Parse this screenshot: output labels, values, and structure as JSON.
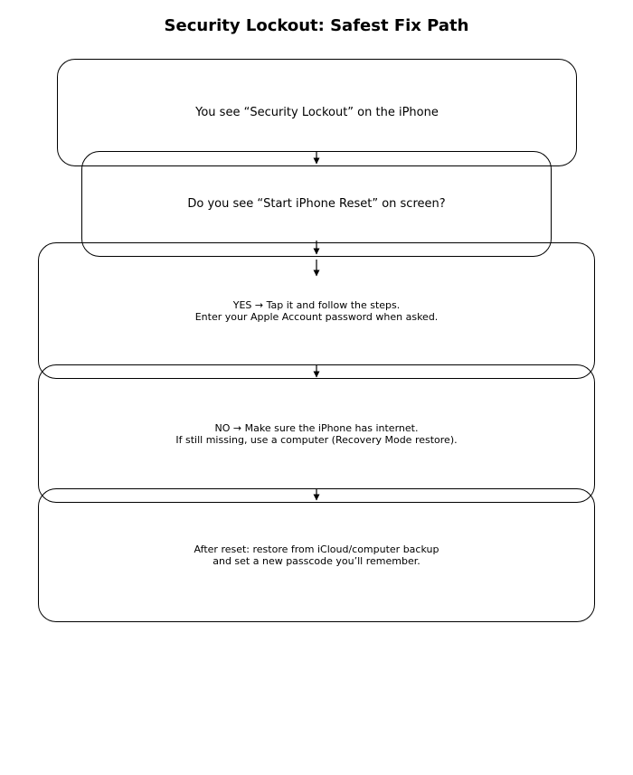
{
  "title": "Security Lockout: Safest Fix Path",
  "flowchart": {
    "nodes": [
      {
        "id": "start",
        "lines": [
          "You see “Security Lockout” on the iPhone"
        ]
      },
      {
        "id": "question",
        "lines": [
          "Do you see “Start iPhone Reset” on screen?"
        ]
      },
      {
        "id": "yes-path",
        "lines": [
          "YES → Tap it and follow the steps.",
          "Enter your Apple Account password when asked."
        ]
      },
      {
        "id": "no-path",
        "lines": [
          "NO → Make sure the iPhone has internet.",
          "If still missing, use a computer (Recovery Mode restore)."
        ]
      },
      {
        "id": "after-reset",
        "lines": [
          "After reset: restore from iCloud/computer backup",
          "and set a new passcode you’ll remember."
        ]
      }
    ]
  },
  "colors": {
    "background": "#ffffff",
    "line": "#000000",
    "text": "#000000"
  }
}
